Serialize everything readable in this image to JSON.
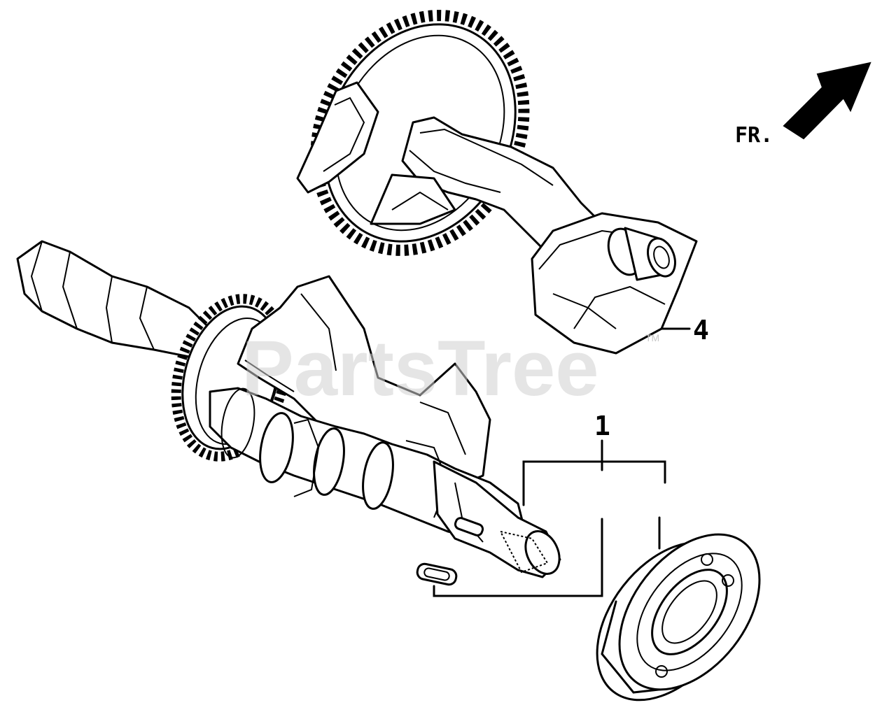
{
  "direction_label": "FR.",
  "callouts": {
    "assembly": "1",
    "balancer": "4"
  },
  "watermark": {
    "text": "PartsTree",
    "tm": "TM"
  },
  "colors": {
    "ink": "#000000",
    "paper": "#ffffff",
    "watermark": "#d0d0d0"
  },
  "icons": {
    "direction_arrow": "arrow-up-right-icon"
  }
}
